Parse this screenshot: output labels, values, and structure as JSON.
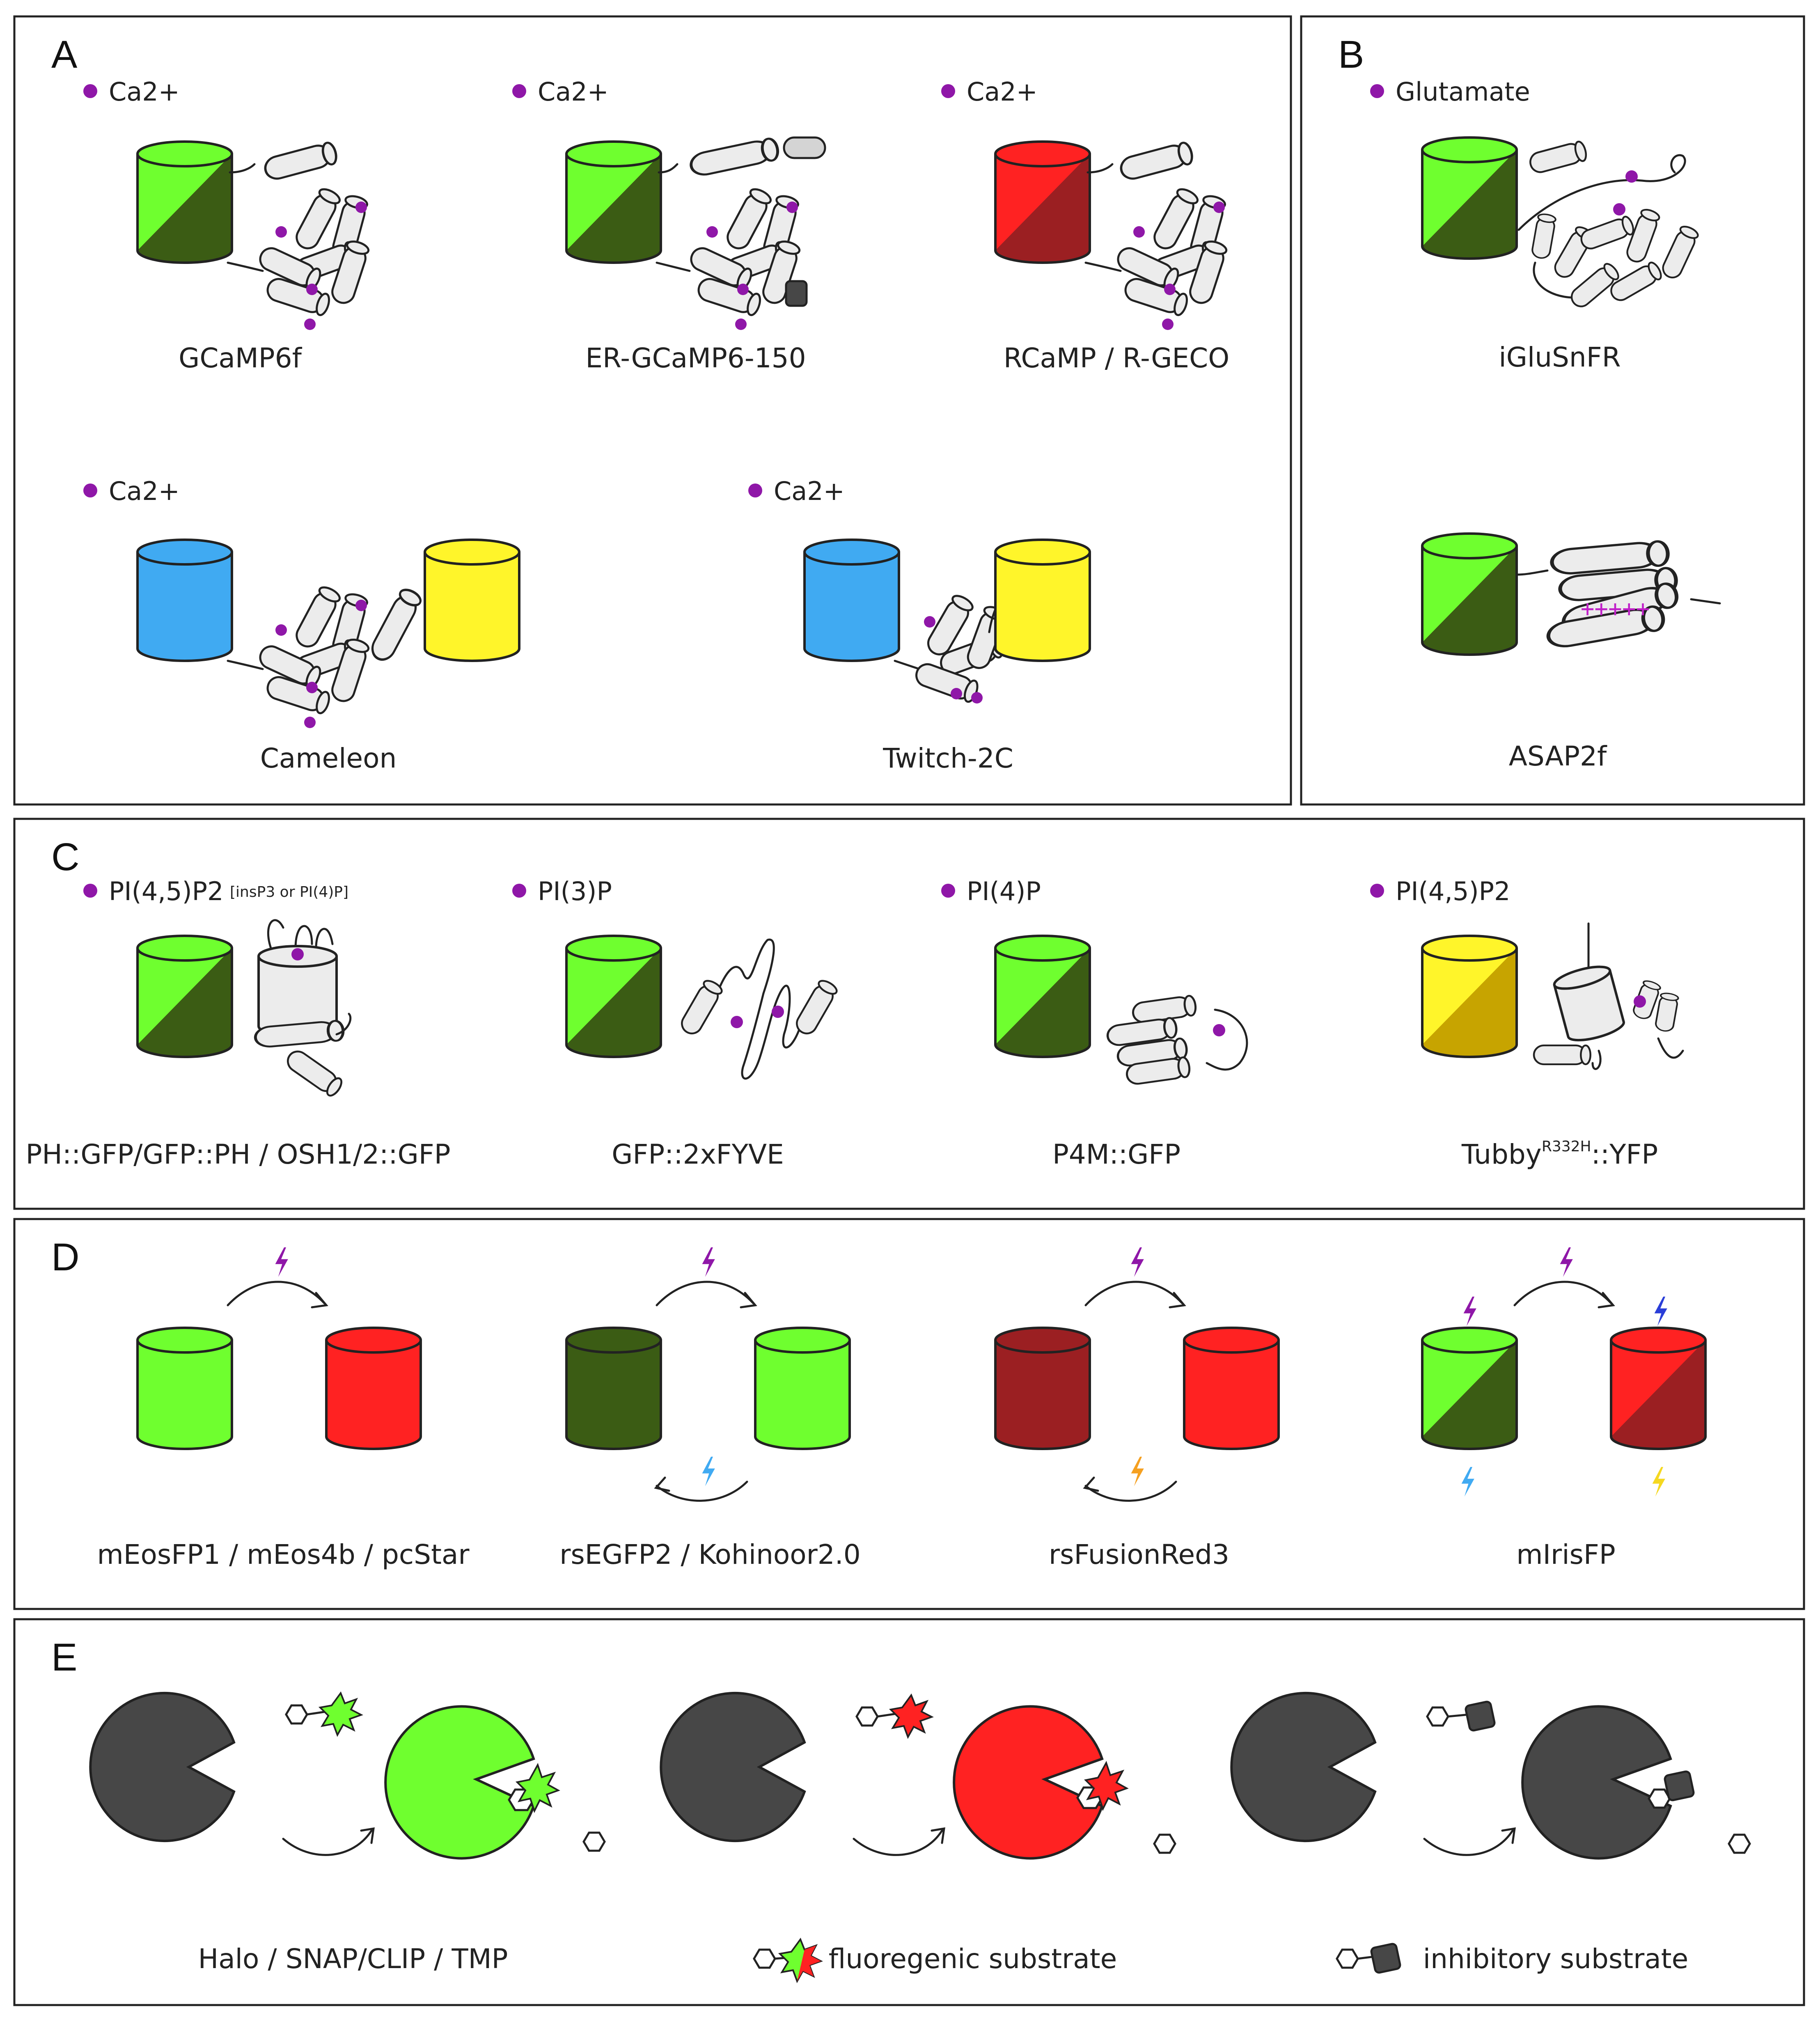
{
  "colors": {
    "green": "#6fff2f",
    "dark_green": "#3b5c14",
    "red": "#ff2222",
    "dark_red": "#9b1f22",
    "blue": "#40aaf2",
    "yellow": "#fff52a",
    "dark_yellow": "#c7a400",
    "purple": "#8f17a8",
    "grey_enzyme": "#474747",
    "cap": "#d4d4d4"
  },
  "panels": {
    "A": {
      "letter": "A",
      "sensors": [
        {
          "ligand": "Ca2+",
          "label": "GCaMP6f"
        },
        {
          "ligand": "Ca2+",
          "label": "ER-GCaMP6-150"
        },
        {
          "ligand": "Ca2+",
          "label": "RCaMP / R-GECO"
        },
        {
          "ligand": "Ca2+",
          "label": "Cameleon"
        },
        {
          "ligand": "Ca2+",
          "label": "Twitch-2C"
        }
      ]
    },
    "B": {
      "letter": "B",
      "sensors": [
        {
          "ligand": "Glutamate",
          "label": "iGluSnFR"
        },
        {
          "label": "ASAP2f",
          "charges": "+++++"
        }
      ]
    },
    "C": {
      "letter": "C",
      "sensors": [
        {
          "ligand": "PI(4,5)P2",
          "ligand_extra": "[insP3 or PI(4)P]",
          "label": "PH::GFP/GFP::PH / OSH1/2::GFP"
        },
        {
          "ligand": "PI(3)P",
          "label": "GFP::2xFYVE"
        },
        {
          "ligand": "PI(4)P",
          "label": "P4M::GFP"
        },
        {
          "ligand": "PI(4,5)P2",
          "label_main": "Tubby",
          "label_sup": "R332H",
          "label_tail": "::YFP"
        }
      ]
    },
    "D": {
      "letter": "D",
      "labels": [
        "mEosFP1 / mEos4b / pcStar",
        "rsEGFP2 / Kohinoor2.0",
        "rsFusionRed3",
        "mIrisFP"
      ]
    },
    "E": {
      "letter": "E",
      "labels": [
        "Halo / SNAP/CLIP / TMP",
        "fluoregenic substrate",
        "inhibitory substrate"
      ]
    }
  }
}
